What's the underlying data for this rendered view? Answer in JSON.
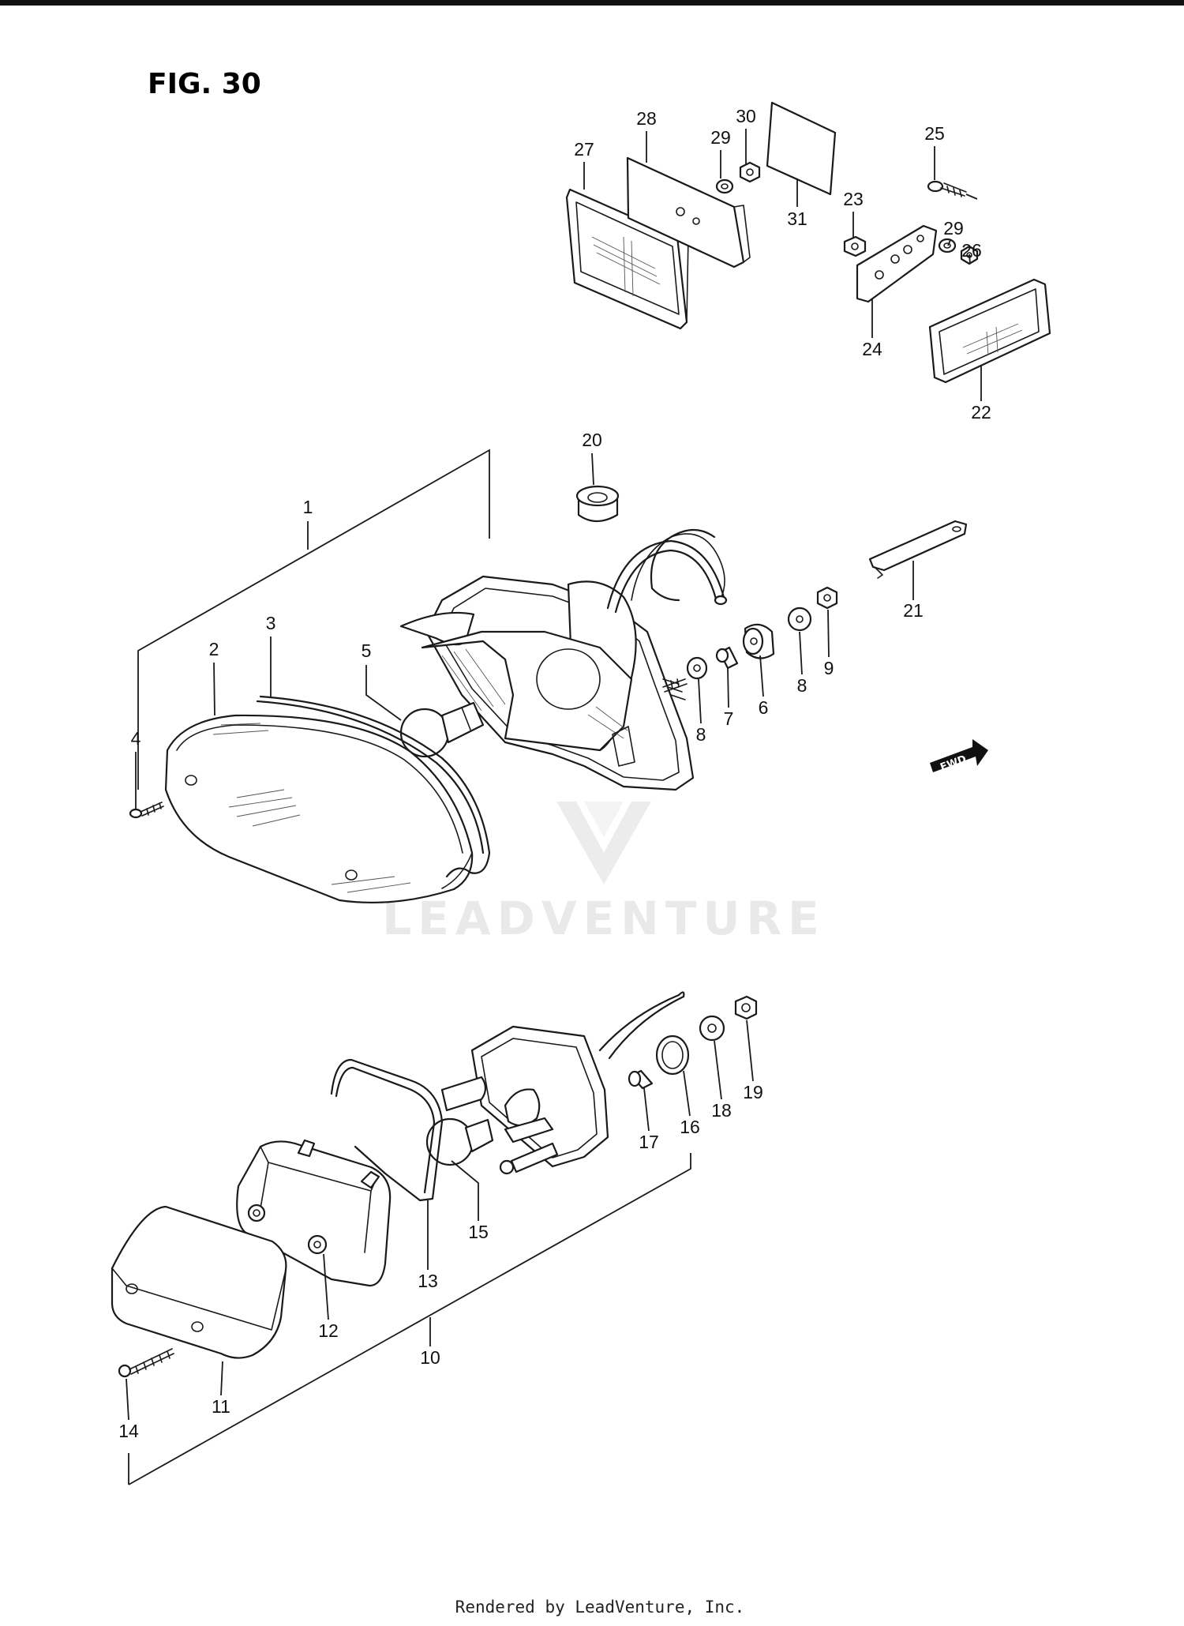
{
  "figure": {
    "title": "FIG. 30"
  },
  "watermark": {
    "text": "LEADVENTURE"
  },
  "footer": {
    "text": "Rendered by LeadVenture, Inc."
  },
  "direction_indicator": {
    "text": "FWD"
  },
  "callouts": [
    "1",
    "2",
    "3",
    "4",
    "5",
    "6",
    "7",
    "8",
    "8",
    "9",
    "10",
    "11",
    "12",
    "13",
    "14",
    "15",
    "16",
    "17",
    "18",
    "19",
    "20",
    "21",
    "22",
    "23",
    "24",
    "25",
    "26",
    "27",
    "28",
    "29",
    "29",
    "30",
    "31"
  ]
}
